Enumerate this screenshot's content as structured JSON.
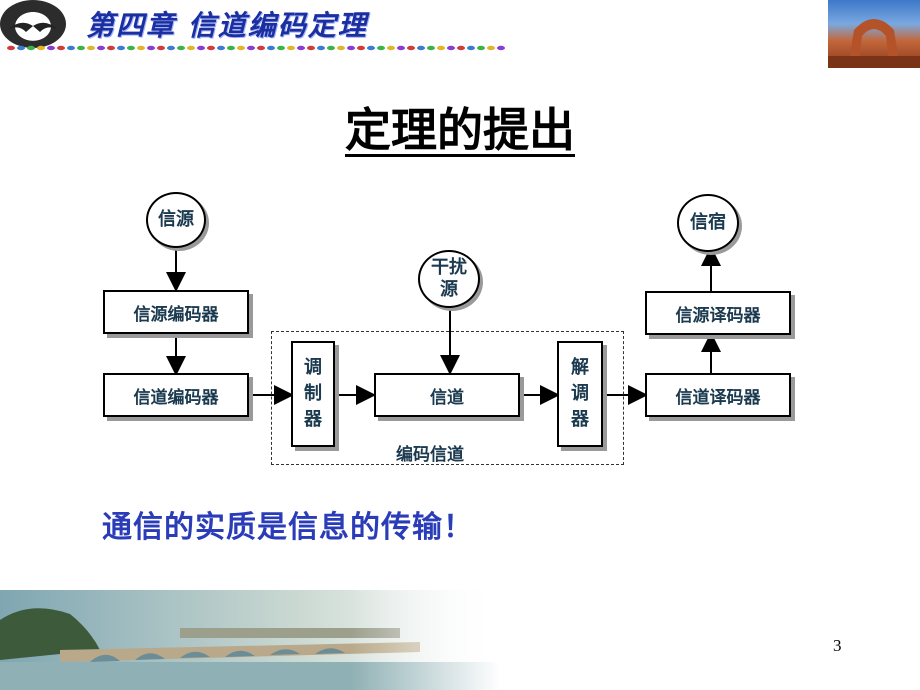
{
  "header": {
    "chapter_title": "第四章 信道编码定理",
    "logo_icon": "bat-logo-icon",
    "photo_icon": "arch-photo-icon"
  },
  "slide": {
    "title": "定理的提出",
    "conclusion": "通信的实质是信息的传输！",
    "page_number": "3"
  },
  "diagram": {
    "source": "信源",
    "source_encoder": "信源编码器",
    "channel_encoder": "信道编码器",
    "modulator": "调制器",
    "noise_source_line1": "干扰",
    "noise_source_line2": "源",
    "channel": "信道",
    "demodulator": "解调器",
    "channel_decoder": "信道译码器",
    "source_decoder": "信源译码器",
    "sink": "信宿",
    "coding_channel_label": "编码信道"
  },
  "colors": {
    "title_accent": "#1c2f9e",
    "conclusion_text": "#2a3cb8",
    "diagram_text": "#1b3a4f"
  },
  "footer": {
    "image_icon": "bridge-landscape-icon"
  }
}
